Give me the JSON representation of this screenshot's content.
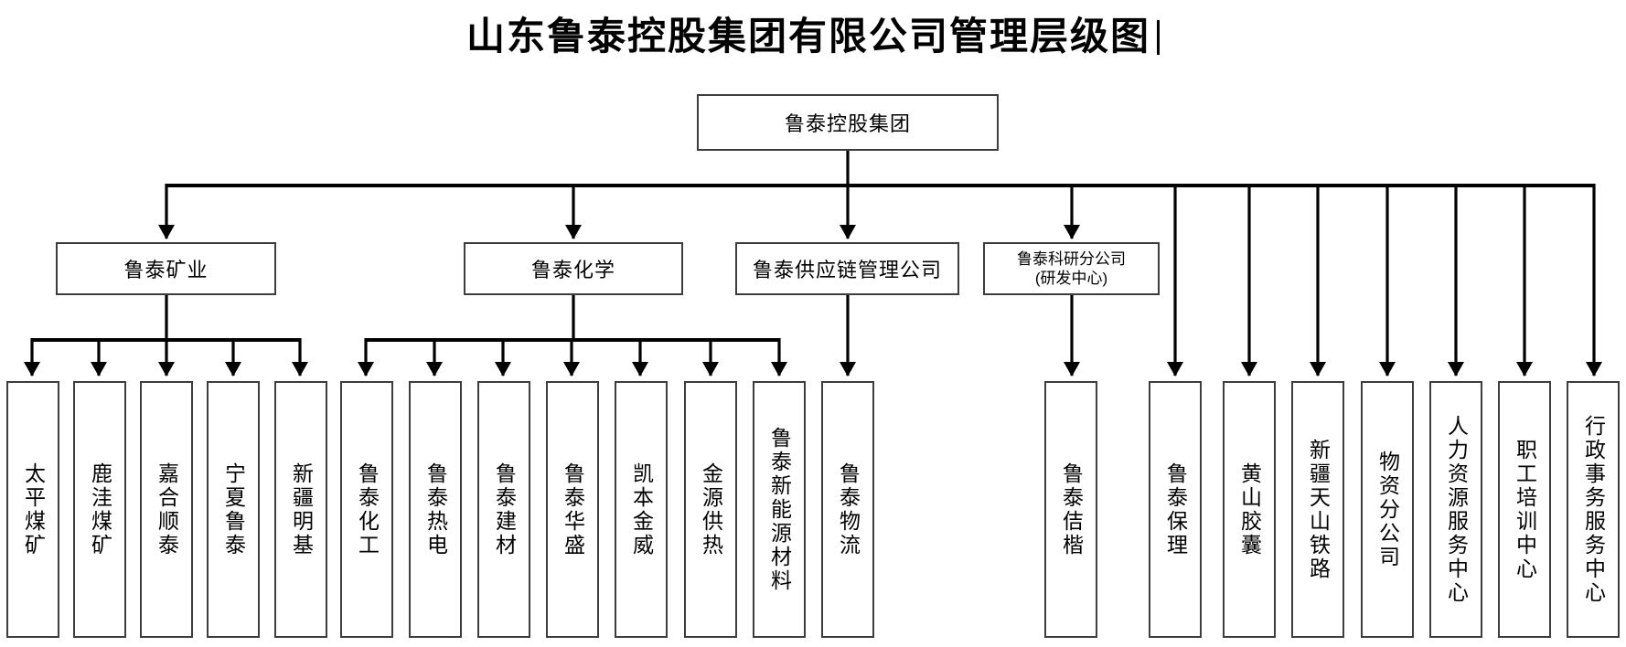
{
  "title": {
    "text": "山东鲁泰控股集团有限公司管理层级图"
  },
  "chart": {
    "type": "org-hierarchy",
    "root": {
      "label": "鲁泰控股集团"
    },
    "level2": {
      "mining": {
        "label": "鲁泰矿业"
      },
      "chemistry": {
        "label": "鲁泰化学"
      },
      "supply_chain": {
        "label": "鲁泰供应链管理公司"
      },
      "research": {
        "label_line1": "鲁泰科研分公司",
        "label_line2": "(研发中心)"
      }
    },
    "leaves": [
      {
        "label": "太平煤矿",
        "parent": "鲁泰矿业"
      },
      {
        "label": "鹿洼煤矿",
        "parent": "鲁泰矿业"
      },
      {
        "label": "嘉合顺泰",
        "parent": "鲁泰矿业"
      },
      {
        "label": "宁夏鲁泰",
        "parent": "鲁泰矿业"
      },
      {
        "label": "新疆明基",
        "parent": "鲁泰矿业"
      },
      {
        "label": "鲁泰化工",
        "parent": "鲁泰化学"
      },
      {
        "label": "鲁泰热电",
        "parent": "鲁泰化学"
      },
      {
        "label": "鲁泰建材",
        "parent": "鲁泰化学"
      },
      {
        "label": "鲁泰华盛",
        "parent": "鲁泰化学"
      },
      {
        "label": "凯本金威",
        "parent": "鲁泰化学"
      },
      {
        "label": "金源供热",
        "parent": "鲁泰化学"
      },
      {
        "label": "鲁泰新能源材料",
        "parent": "鲁泰化学"
      },
      {
        "label": "鲁泰物流",
        "parent": "鲁泰供应链管理公司"
      },
      {
        "label": "鲁泰佶楷",
        "parent": "鲁泰科研分公司(研发中心)"
      },
      {
        "label": "鲁泰保理",
        "parent": "鲁泰控股集团"
      },
      {
        "label": "黄山胶囊",
        "parent": "鲁泰控股集团"
      },
      {
        "label": "新疆天山铁路",
        "parent": "鲁泰控股集团"
      },
      {
        "label": "物资分公司",
        "parent": "鲁泰控股集团"
      },
      {
        "label": "人力资源服务中心",
        "parent": "鲁泰控股集团"
      },
      {
        "label": "职工培训中心",
        "parent": "鲁泰控股集团"
      },
      {
        "label": "行政事务服务中心",
        "parent": "鲁泰控股集团"
      }
    ]
  }
}
